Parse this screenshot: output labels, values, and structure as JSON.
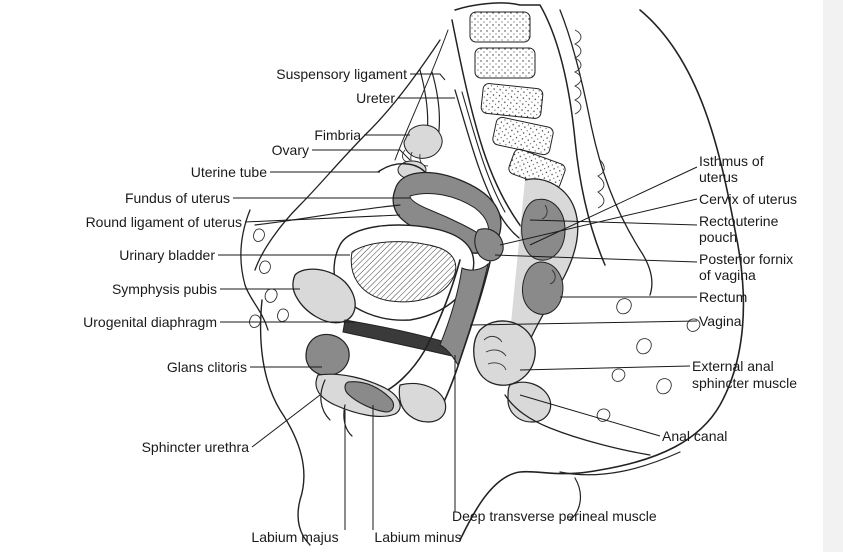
{
  "labels": {
    "suspensory_ligament": "Suspensory ligament",
    "ureter": "Ureter",
    "fimbria": "Fimbria",
    "ovary": "Ovary",
    "uterine_tube": "Uterine tube",
    "fundus_of_uterus": "Fundus of uterus",
    "round_ligament_of_uterus": "Round ligament of uterus",
    "urinary_bladder": "Urinary bladder",
    "symphysis_pubis": "Symphysis pubis",
    "urogenital_diaphragm": "Urogenital diaphragm",
    "glans_clitoris": "Glans clitoris",
    "sphincter_urethra": "Sphincter urethra",
    "labium_majus": "Labium majus",
    "labium_minus": "Labium minus",
    "deep_transverse_perineal_muscle": "Deep transverse perineal muscle",
    "isthmus_of_uterus_1": "Isthmus of",
    "isthmus_of_uterus_2": "uterus",
    "cervix_of_uterus": "Cervix of uterus",
    "rectouterine_pouch_1": "Rectouterine",
    "rectouterine_pouch_2": "pouch",
    "posterior_fornix_1": "Posterior fornix",
    "posterior_fornix_2": "of vagina",
    "rectum": "Rectum",
    "vagina": "Vagina",
    "external_anal_sphincter_1": "External anal",
    "external_anal_sphincter_2": "sphincter muscle",
    "anal_canal": "Anal canal"
  }
}
